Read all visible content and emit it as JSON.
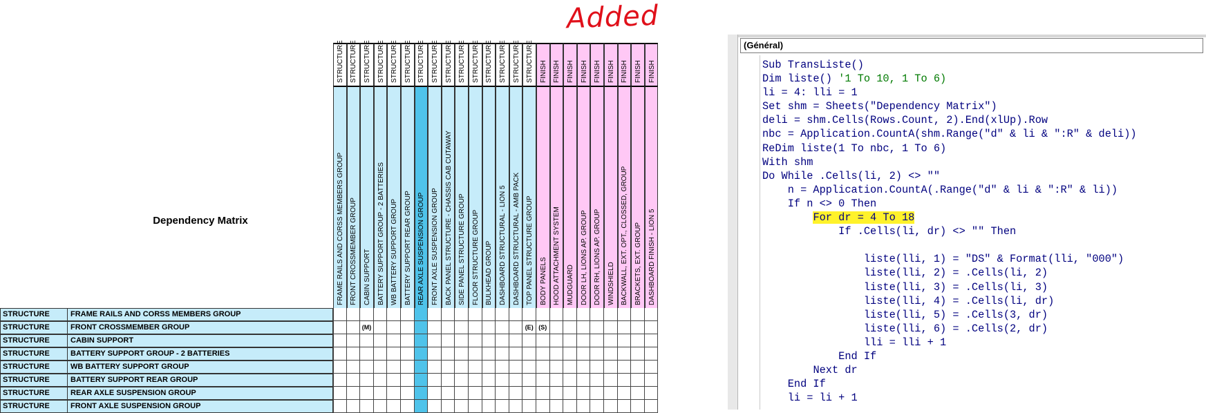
{
  "annotation": {
    "text": "Added"
  },
  "spreadsheet": {
    "title": "Dependency Matrix",
    "col_headers": [
      {
        "category": "STRUCTURE",
        "name": "FRAME RAILS AND CORSS MEMBERS GROUP",
        "color": "#c6ecfa"
      },
      {
        "category": "STRUCTURE",
        "name": "FRONT CROSSMEMBER GROUP",
        "color": "#c6ecfa"
      },
      {
        "category": "STRUCTURE",
        "name": "CABIN SUPPORT",
        "color": "#c6ecfa"
      },
      {
        "category": "STRUCTURE",
        "name": "BATTERY SUPPORT GROUP - 2 BATTERIES",
        "color": "#c6ecfa"
      },
      {
        "category": "STRUCTURE",
        "name": "WB BATTERY SUPPORT GROUP",
        "color": "#c6ecfa"
      },
      {
        "category": "STRUCTURE",
        "name": "BATTERY SUPPORT REAR GROUP",
        "color": "#c6ecfa"
      },
      {
        "category": "STRUCTURE",
        "name": "REAR AXLE SUSPENSION GROUP",
        "color": "#4fc3ea"
      },
      {
        "category": "STRUCTURE",
        "name": "FRONT AXLE SUSPENSION GROUP",
        "color": "#c6ecfa"
      },
      {
        "category": "STRUCTURE",
        "name": "BACK PANEL STRUCTURE - CHASSIS CAB CUTAWAY",
        "color": "#c6ecfa"
      },
      {
        "category": "STRUCTURE",
        "name": "SIDE PANEL STRUCTURE GROUP",
        "color": "#c6ecfa"
      },
      {
        "category": "STRUCTURE",
        "name": "FLOOR STRUCTURE GROUP",
        "color": "#c6ecfa"
      },
      {
        "category": "STRUCTURE",
        "name": "BULKHEAD GROUP",
        "color": "#c6ecfa"
      },
      {
        "category": "STRUCTURE",
        "name": "DASHBOARD STRUCTURAL - LION 5",
        "color": "#c6ecfa"
      },
      {
        "category": "STRUCTURE",
        "name": "DASHBOARD STRUCTURAL - AMB PACK",
        "color": "#c6ecfa"
      },
      {
        "category": "STRUCTURE",
        "name": "TOP PANEL STRUCTURE GROUP",
        "color": "#c6ecfa"
      },
      {
        "category": "FINISH",
        "name": "BODY PANELS",
        "color": "#ffc8f5"
      },
      {
        "category": "FINISH",
        "name": "HOOD ATTACHMENT SYSTEM",
        "color": "#ffc8f5"
      },
      {
        "category": "FINISH",
        "name": "MUDGUARD",
        "color": "#ffc8f5"
      },
      {
        "category": "FINISH",
        "name": "DOOR LH, LIONS AP. GROUP",
        "color": "#ffc8f5"
      },
      {
        "category": "FINISH",
        "name": "DOOR RH, LIONS AP. GROUP",
        "color": "#ffc8f5"
      },
      {
        "category": "FINISH",
        "name": "WINDSHIELD",
        "color": "#ffc8f5"
      },
      {
        "category": "FINISH",
        "name": "BACKWALL, EXT. OPT., CLOSSED, GROUP",
        "color": "#ffc8f5"
      },
      {
        "category": "FINISH",
        "name": "BRACKETS, EXT. GROUP",
        "color": "#ffc8f5"
      },
      {
        "category": "FINISH",
        "name": "DASHBOARD FINISH - LION 5",
        "color": "#ffc8f5"
      }
    ],
    "rows": [
      {
        "category": "STRUCTURE",
        "name": "FRAME RAILS AND CORSS MEMBERS GROUP",
        "marks": {}
      },
      {
        "category": "STRUCTURE",
        "name": "FRONT CROSSMEMBER GROUP",
        "marks": {
          "2": "(M)",
          "14": "(E)",
          "15": "(S)"
        }
      },
      {
        "category": "STRUCTURE",
        "name": "CABIN SUPPORT",
        "marks": {}
      },
      {
        "category": "STRUCTURE",
        "name": "BATTERY SUPPORT GROUP - 2 BATTERIES",
        "marks": {}
      },
      {
        "category": "STRUCTURE",
        "name": "WB BATTERY SUPPORT GROUP",
        "marks": {}
      },
      {
        "category": "STRUCTURE",
        "name": "BATTERY SUPPORT REAR GROUP",
        "marks": {}
      },
      {
        "category": "STRUCTURE",
        "name": "REAR AXLE SUSPENSION GROUP",
        "marks": {}
      },
      {
        "category": "STRUCTURE",
        "name": "FRONT AXLE SUSPENSION GROUP",
        "marks": {}
      }
    ]
  },
  "vba": {
    "procedure_combo": "(Général)",
    "code_lines": [
      {
        "indent": 0,
        "text": "Sub TransListe()",
        "comment": ""
      },
      {
        "indent": 0,
        "text": "Dim liste() ",
        "comment": "'1 To 10, 1 To 6)"
      },
      {
        "indent": 0,
        "text": "li = 4: lli = 1",
        "comment": ""
      },
      {
        "indent": 0,
        "text": "Set shm = Sheets(\"Dependency Matrix\")",
        "comment": ""
      },
      {
        "indent": 0,
        "text": "deli = shm.Cells(Rows.Count, 2).End(xlUp).Row",
        "comment": ""
      },
      {
        "indent": 0,
        "text": "nbc = Application.CountA(shm.Range(\"d\" & li & \":R\" & deli))",
        "comment": ""
      },
      {
        "indent": 0,
        "text": "ReDim liste(1 To nbc, 1 To 6)",
        "comment": ""
      },
      {
        "indent": 0,
        "text": "With shm",
        "comment": ""
      },
      {
        "indent": 0,
        "text": "Do While .Cells(li, 2) <> \"\"",
        "comment": ""
      },
      {
        "indent": 1,
        "text": "n = Application.CountA(.Range(\"d\" & li & \":R\" & li))",
        "comment": ""
      },
      {
        "indent": 1,
        "text": "If n <> 0 Then",
        "comment": ""
      },
      {
        "indent": 2,
        "text": "For dr = 4 To 18",
        "comment": "",
        "highlight": true
      },
      {
        "indent": 3,
        "text": "If .Cells(li, dr) <> \"\" Then",
        "comment": ""
      },
      {
        "indent": 0,
        "text": "",
        "comment": ""
      },
      {
        "indent": 4,
        "text": "liste(lli, 1) = \"DS\" & Format(lli, \"000\")",
        "comment": ""
      },
      {
        "indent": 4,
        "text": "liste(lli, 2) = .Cells(li, 2)",
        "comment": ""
      },
      {
        "indent": 4,
        "text": "liste(lli, 3) = .Cells(li, 3)",
        "comment": ""
      },
      {
        "indent": 4,
        "text": "liste(lli, 4) = .Cells(li, dr)",
        "comment": ""
      },
      {
        "indent": 4,
        "text": "liste(lli, 5) = .Cells(3, dr)",
        "comment": ""
      },
      {
        "indent": 4,
        "text": "liste(lli, 6) = .Cells(2, dr)",
        "comment": ""
      },
      {
        "indent": 4,
        "text": "lli = lli + 1",
        "comment": ""
      },
      {
        "indent": 3,
        "text": "End If",
        "comment": ""
      },
      {
        "indent": 2,
        "text": "Next dr",
        "comment": ""
      },
      {
        "indent": 1,
        "text": "End If",
        "comment": ""
      },
      {
        "indent": 1,
        "text": "li = li + 1",
        "comment": ""
      }
    ]
  }
}
